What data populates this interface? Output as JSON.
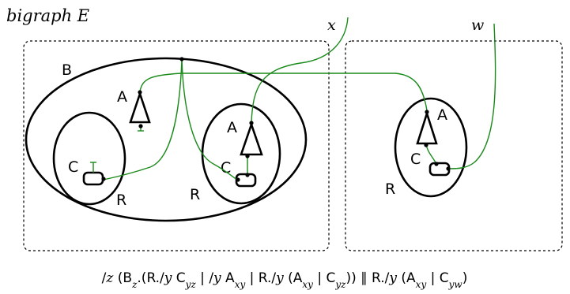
{
  "title": "bigraph E",
  "outer_names": [
    "x",
    "w"
  ],
  "regions": [
    "region-0",
    "region-1"
  ],
  "labels": {
    "B": "B",
    "R": "R",
    "A": "A",
    "C": "C"
  },
  "formula": {
    "segments": [
      {
        "t": "/",
        "i": false
      },
      {
        "t": "z",
        "i": true
      },
      {
        "t": " (B",
        "i": false
      },
      {
        "t": "z",
        "i": true,
        "sub": true
      },
      {
        "t": ".(R./",
        "i": false
      },
      {
        "t": "y",
        "i": true
      },
      {
        "t": " C",
        "i": false
      },
      {
        "t": "yz",
        "i": true,
        "sub": true
      },
      {
        "t": " | /",
        "i": false
      },
      {
        "t": "y",
        "i": true
      },
      {
        "t": " A",
        "i": false
      },
      {
        "t": "xy",
        "i": true,
        "sub": true
      },
      {
        "t": " | R./",
        "i": false
      },
      {
        "t": "y",
        "i": true
      },
      {
        "t": " (A",
        "i": false
      },
      {
        "t": "xy",
        "i": true,
        "sub": true
      },
      {
        "t": " | C",
        "i": false
      },
      {
        "t": "yz",
        "i": true,
        "sub": true
      },
      {
        "t": ")) ∥ R./",
        "i": false
      },
      {
        "t": "y",
        "i": true
      },
      {
        "t": " (A",
        "i": false
      },
      {
        "t": "xy",
        "i": true,
        "sub": true
      },
      {
        "t": " | C",
        "i": false
      },
      {
        "t": "yw",
        "i": true,
        "sub": true
      },
      {
        "t": ")",
        "i": false
      }
    ]
  },
  "colors": {
    "link": "#1a8a1a",
    "node": "#000000",
    "region": "#000000"
  }
}
